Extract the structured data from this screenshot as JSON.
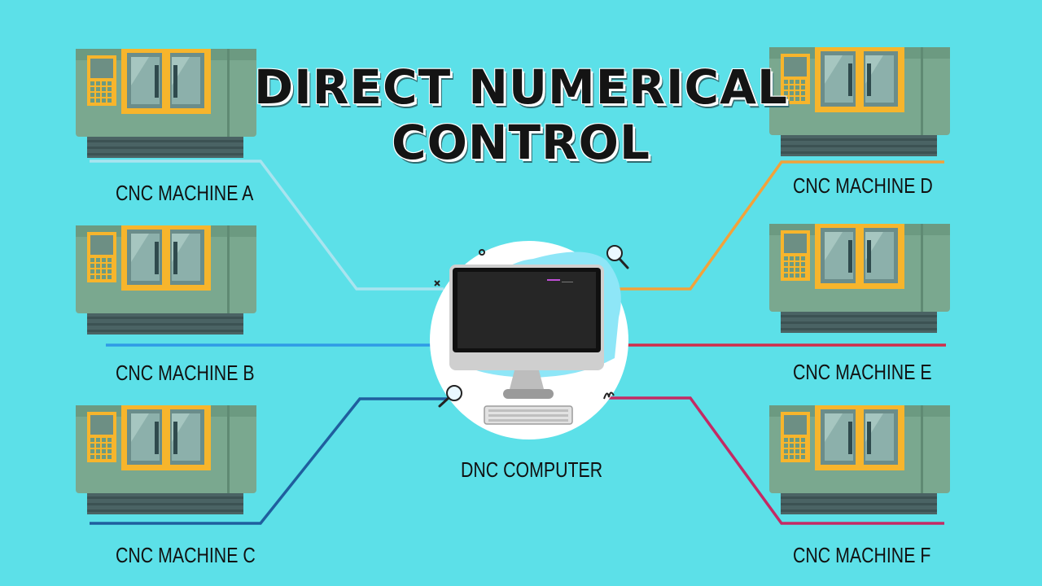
{
  "diagram": {
    "title_line1": "DIRECT NUMERICAL",
    "title_line2": "CONTROL",
    "center_label": "DNC COMPUTER",
    "machines": [
      {
        "label": "CNC MACHINE A",
        "line_color": "#a9e4ef"
      },
      {
        "label": "CNC MACHINE B",
        "line_color": "#2f9be6"
      },
      {
        "label": "CNC MACHINE C",
        "line_color": "#1f5e9e"
      },
      {
        "label": "CNC MACHINE D",
        "line_color": "#f2a23a"
      },
      {
        "label": "CNC MACHINE E",
        "line_color": "#d22d4a"
      },
      {
        "label": "CNC MACHINE F",
        "line_color": "#c42a64"
      }
    ],
    "colors": {
      "background": "#5ce0e8",
      "machine_body": "#7aa88f",
      "machine_frame": "#f7b52c",
      "machine_base": "#4a6364",
      "monitor": "#1b1b1b"
    }
  }
}
